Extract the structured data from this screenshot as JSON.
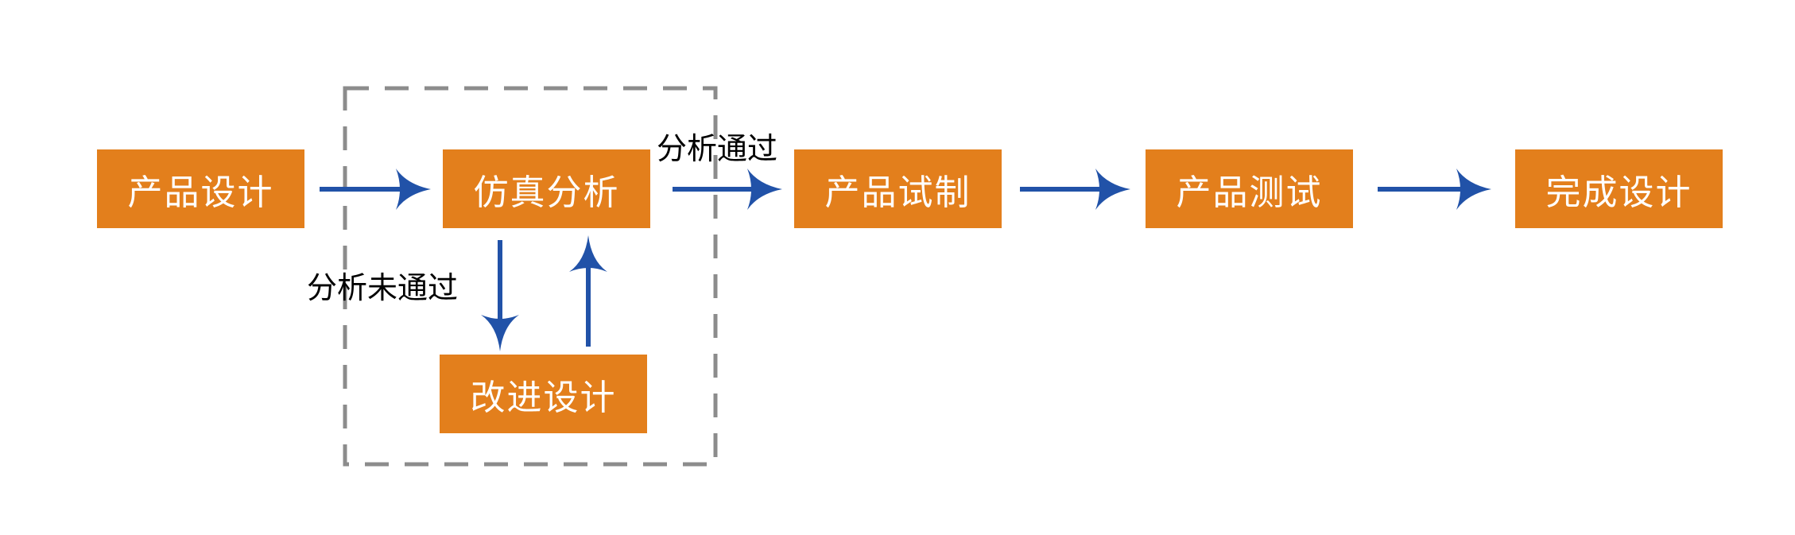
{
  "nodes": {
    "product_design": "产品设计",
    "simulation_analysis": "仿真分析",
    "improve_design": "改进设计",
    "product_trial": "产品试制",
    "product_test": "产品测试",
    "design_complete": "完成设计"
  },
  "edge_labels": {
    "pass": "分析通过",
    "fail": "分析未通过"
  },
  "colors": {
    "node_fill": "#E37F1C",
    "node_text": "#FFFFFF",
    "arrow": "#2152A8",
    "dashed_frame": "#8C8C8C",
    "label_text": "#000000"
  }
}
